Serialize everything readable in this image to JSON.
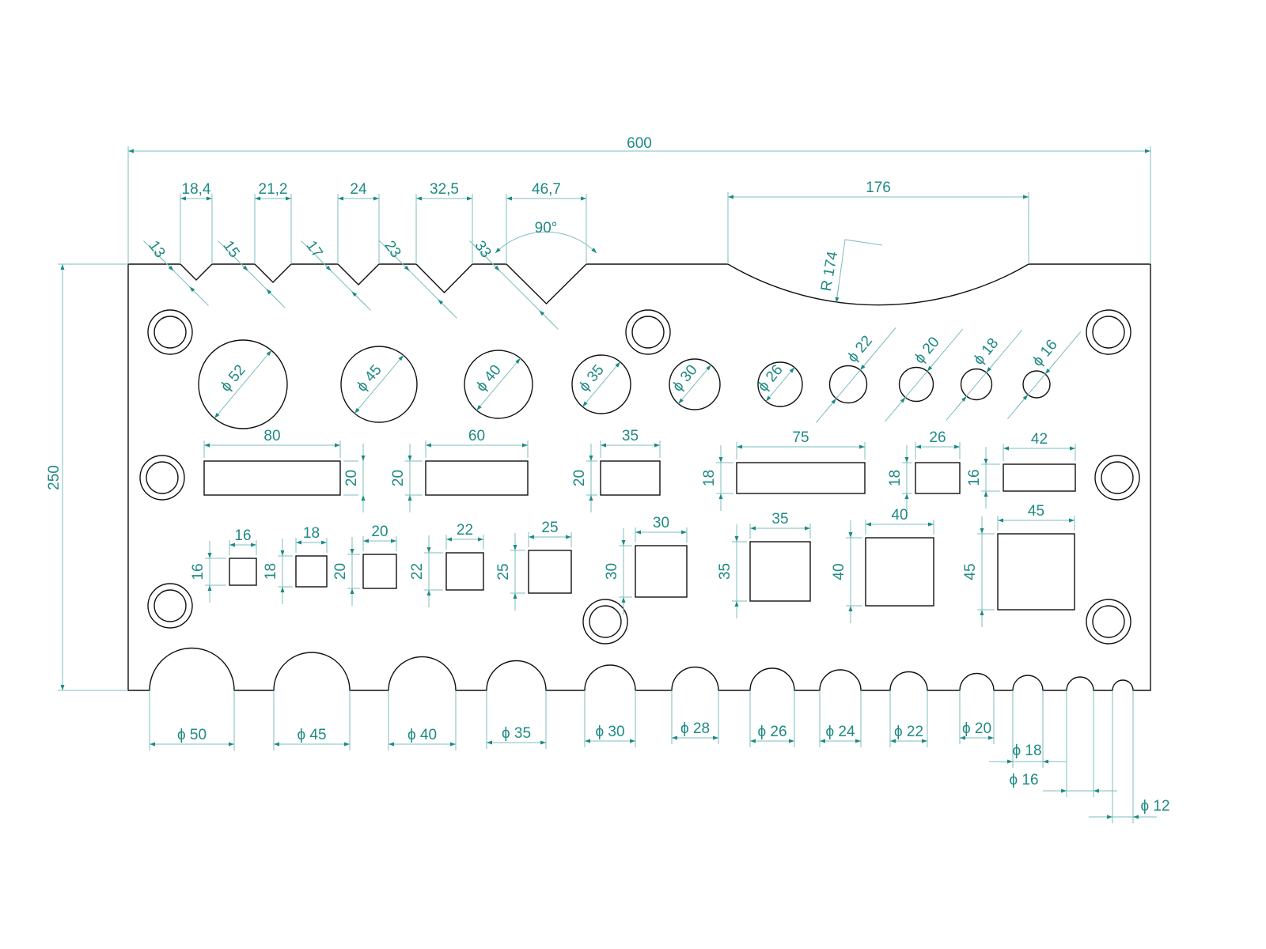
{
  "colors": {
    "part": "#111111",
    "dimension_line": "#7fbcbc",
    "dimension_text": "#1f8a84",
    "arrow": "#1a8a84"
  },
  "overall": {
    "width": "600",
    "height": "250"
  },
  "notches": {
    "widths": [
      "18,4",
      "21,2",
      "24",
      "32,5",
      "46,7"
    ],
    "depths": [
      "13",
      "15",
      "17",
      "23",
      "33"
    ],
    "angle": "90°"
  },
  "arc_cutout": {
    "chord": "176",
    "radius": "R 174"
  },
  "holes": [
    "ϕ 52",
    "ϕ 45",
    "ϕ 40",
    "ϕ 35",
    "ϕ 30",
    "ϕ 26",
    "ϕ 22",
    "ϕ 20",
    "ϕ 18",
    "ϕ 16"
  ],
  "rect_slots": [
    {
      "w": "80",
      "h": "20"
    },
    {
      "w": "60",
      "h": "20"
    },
    {
      "w": "35",
      "h": "20"
    },
    {
      "w": "75",
      "h": "18"
    },
    {
      "w": "26",
      "h": "18"
    },
    {
      "w": "42",
      "h": "16"
    }
  ],
  "squares": [
    {
      "w": "16",
      "h": "16"
    },
    {
      "w": "18",
      "h": "18"
    },
    {
      "w": "20",
      "h": "20"
    },
    {
      "w": "22",
      "h": "22"
    },
    {
      "w": "25",
      "h": "25"
    },
    {
      "w": "30",
      "h": "30"
    },
    {
      "w": "35",
      "h": "35"
    },
    {
      "w": "40",
      "h": "40"
    },
    {
      "w": "45",
      "h": "45"
    }
  ],
  "edge_slots": [
    "ϕ 50",
    "ϕ 45",
    "ϕ 40",
    "ϕ 35",
    "ϕ 30",
    "ϕ 28",
    "ϕ 26",
    "ϕ 24",
    "ϕ 22",
    "ϕ 20",
    "ϕ 18",
    "ϕ 16",
    "ϕ 12"
  ]
}
